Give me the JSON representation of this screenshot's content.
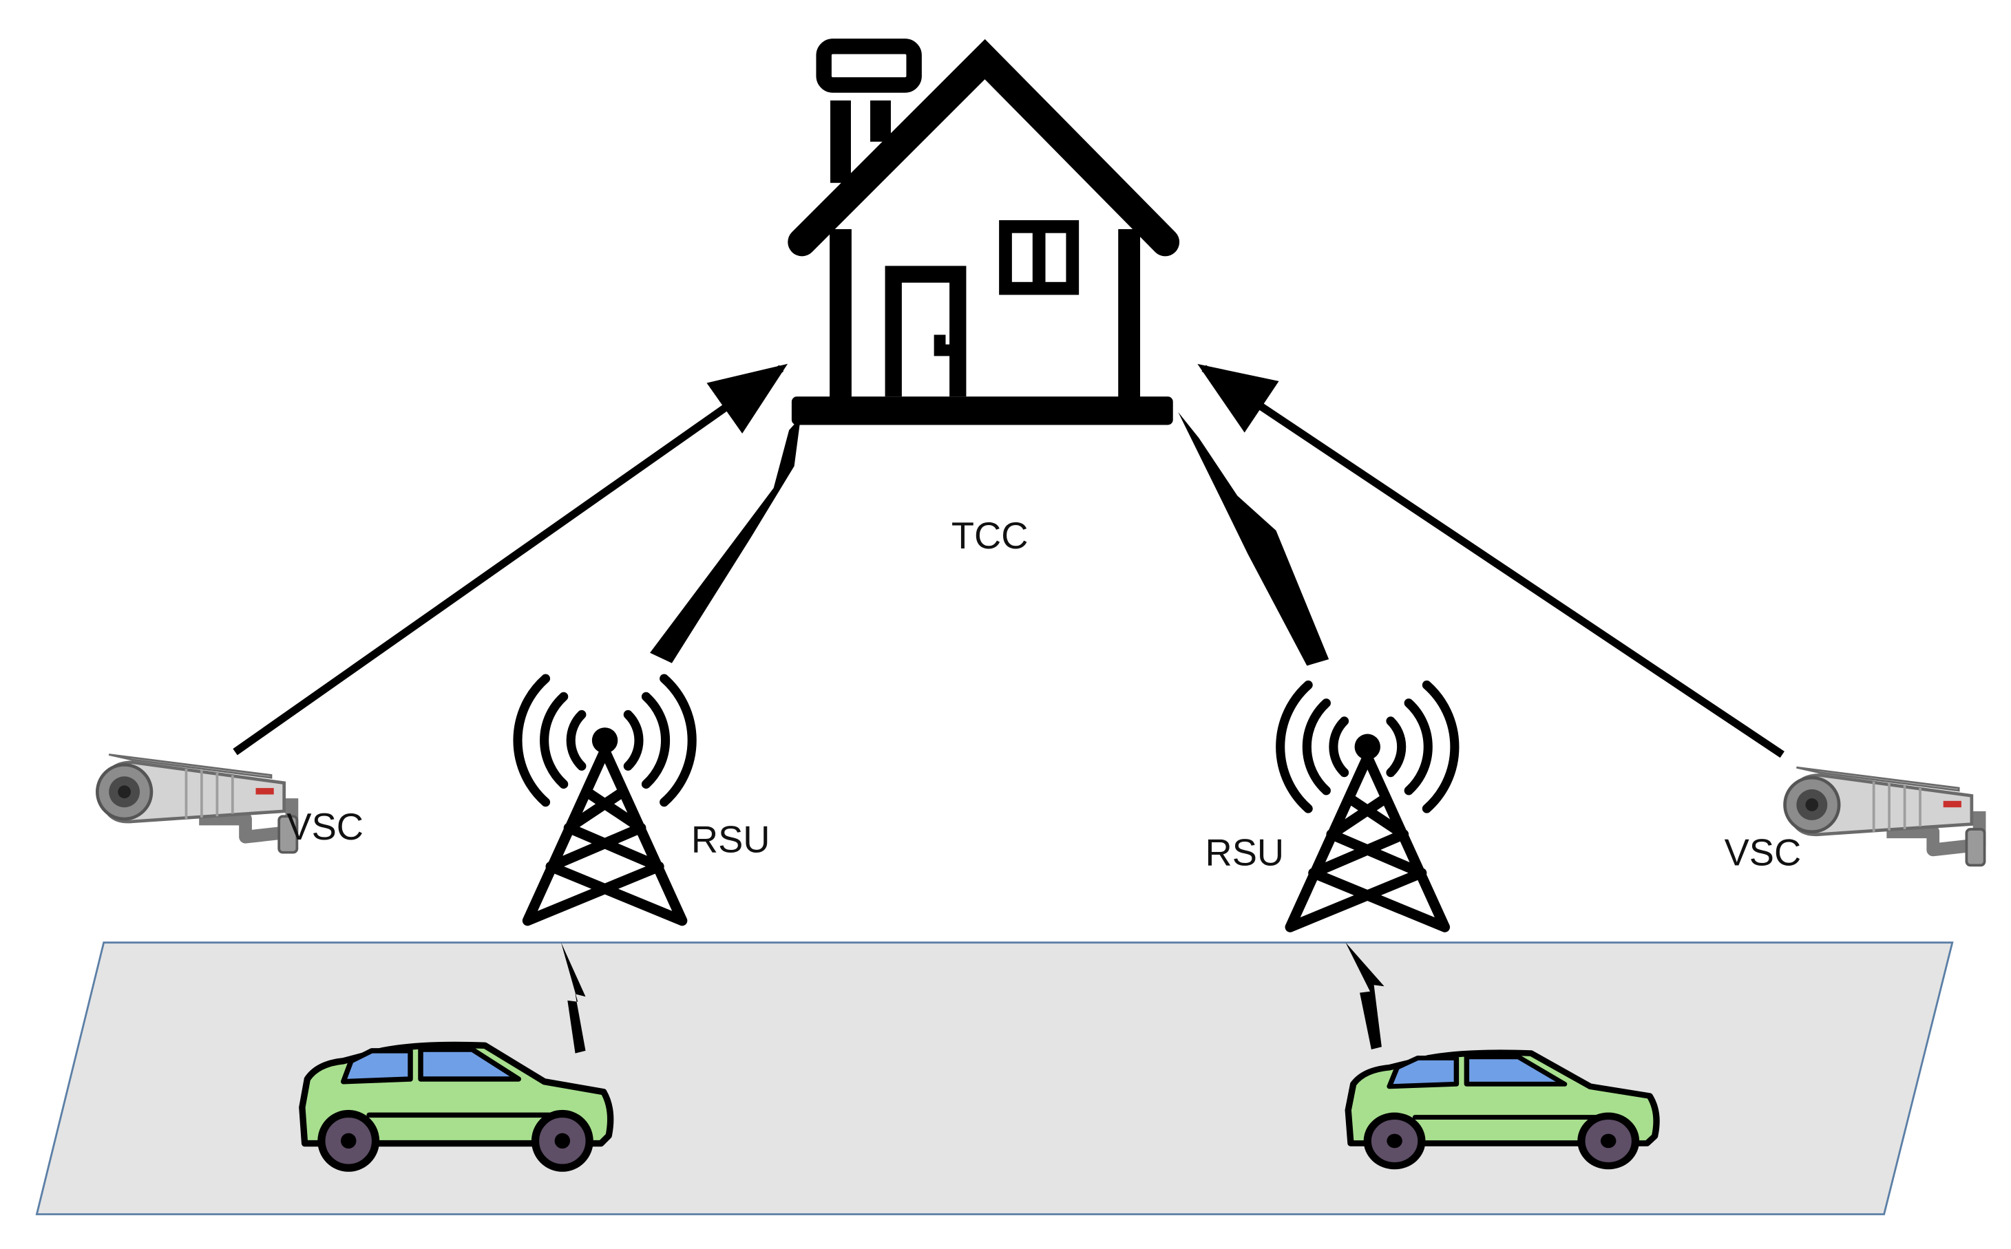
{
  "labels": {
    "tcc": "TCC",
    "rsu_left": "RSU",
    "rsu_right": "RSU",
    "vsc_left": "VSC",
    "vsc_right": "VSC"
  },
  "icons": {
    "hub": "house-icon",
    "towers": "radio-tower-icon",
    "cameras": "surveillance-camera-icon",
    "vehicles": "car-icon",
    "wireless_links": "lightning-bolt-icon"
  },
  "colors": {
    "stroke": "#000000",
    "road_fill": "#e4e4e4",
    "road_border": "#5b7fa6",
    "car_body": "#a8df8e",
    "car_window": "#6f9fe6",
    "wheel": "#5e4e66"
  }
}
